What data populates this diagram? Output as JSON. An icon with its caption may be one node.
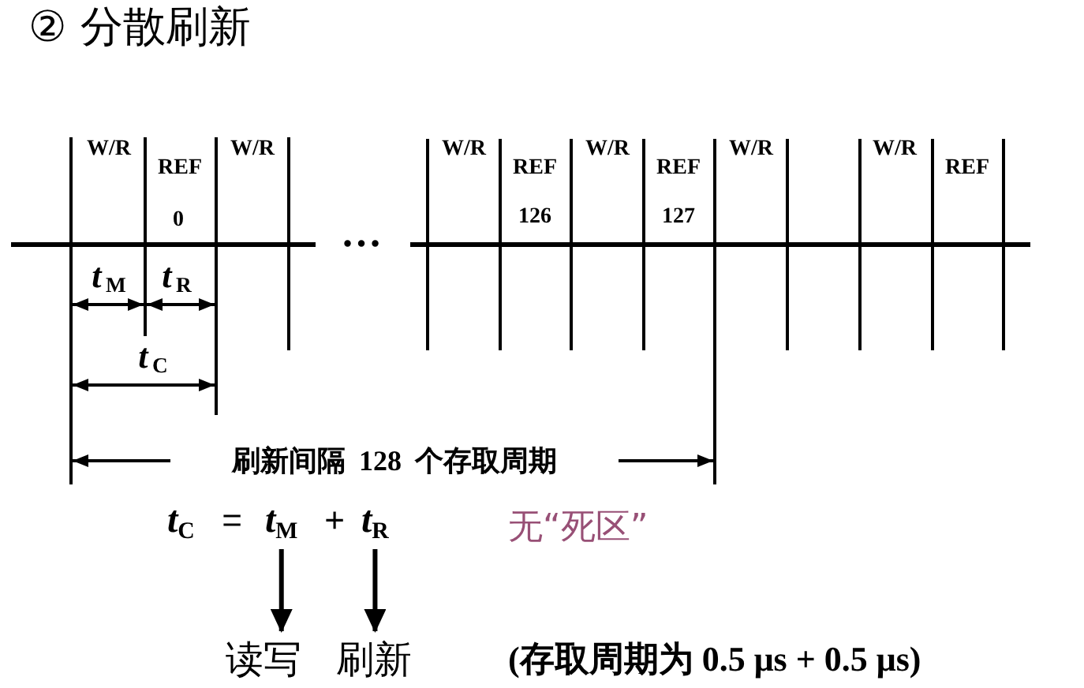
{
  "diagram": {
    "title": "② 分散刷新",
    "nodes": [
      {
        "text": [
          "*t*$_{M}$"
        ]
      },
      {
        "text": [
          "*t*$_{R}$"
        ]
      },
      {
        "text": [
          "读写"
        ]
      },
      {
        "text": [
          "刷新"
        ]
      }
    ],
    "edges": [
      {
        "from": 0,
        "to": 2,
        "arrow": "to"
      },
      {
        "from": 1,
        "to": 3,
        "arrow": "to"
      }
    ],
    "labels": [
      "W/R",
      "REF",
      "0",
      "W/R",
      "…",
      "W/R",
      "REF",
      "126",
      "W/R",
      "REF",
      "127",
      "W/R",
      "W/R",
      "REF",
      "*t*$_{M}$",
      "*t*$_{R}$",
      "*t*$_{C}$",
      "刷新间隔 128 个存取周期",
      "*t*$_{C}$",
      "=",
      "+",
      "无“死区”",
      "(存取周期为 0.5 μs + 0.5 μs)"
    ]
  }
}
